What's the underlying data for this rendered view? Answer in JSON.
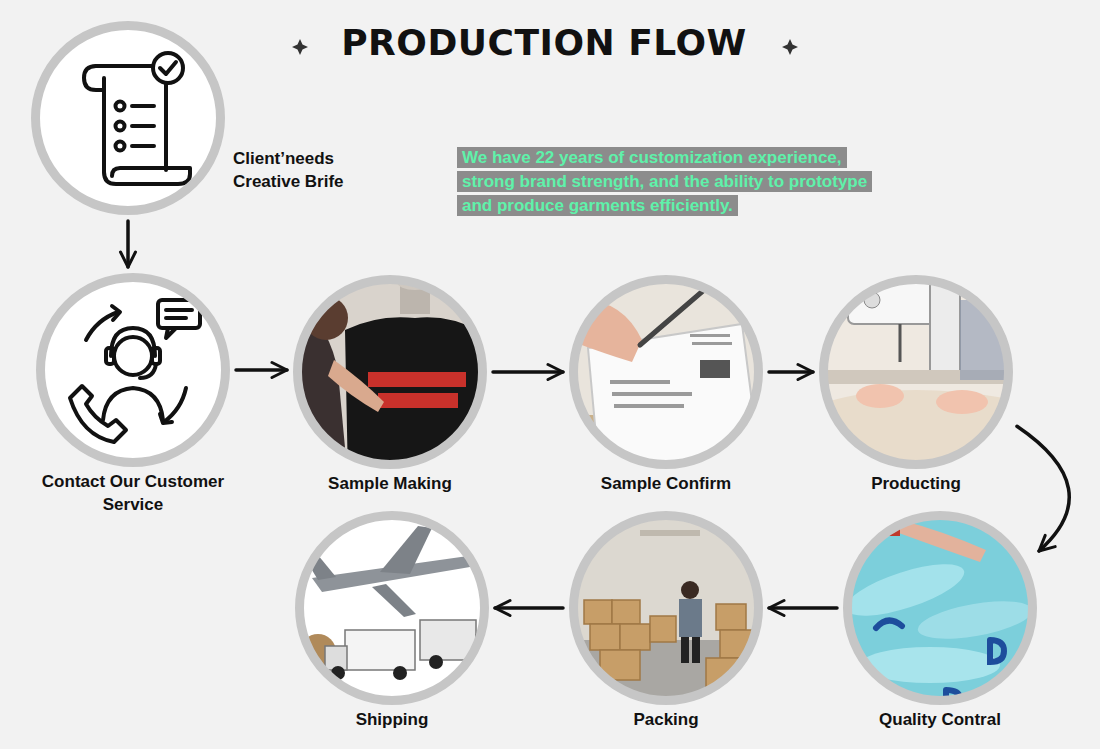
{
  "diagram": {
    "title": "PRODUCTION FLOW",
    "nodes": [
      {
        "text": [
          "Client’needs Creative Brife"
        ]
      },
      {
        "text": [
          "Contact Our Customer Service"
        ]
      },
      {
        "text": [
          "Sample Making"
        ]
      },
      {
        "text": [
          "Sample Confirm"
        ]
      },
      {
        "text": [
          "Producting"
        ]
      },
      {
        "text": [
          "Quality Contral"
        ]
      },
      {
        "text": [
          "Packing"
        ]
      },
      {
        "text": [
          "Shipping"
        ]
      }
    ],
    "edges": [
      {
        "from": 0,
        "to": 1,
        "arrow": "to"
      },
      {
        "from": 1,
        "to": 2,
        "arrow": "to"
      },
      {
        "from": 2,
        "to": 3,
        "arrow": "to"
      },
      {
        "from": 3,
        "to": 4,
        "arrow": "to"
      },
      {
        "from": 4,
        "to": 5,
        "arrow": "to"
      },
      {
        "from": 5,
        "to": 6,
        "arrow": "to"
      },
      {
        "from": 6,
        "to": 7,
        "arrow": "to"
      }
    ],
    "labels": [
      "We have 22 years of customization experience, strong brand strength, and the ability to prototype and produce garments efficiently."
    ]
  }
}
